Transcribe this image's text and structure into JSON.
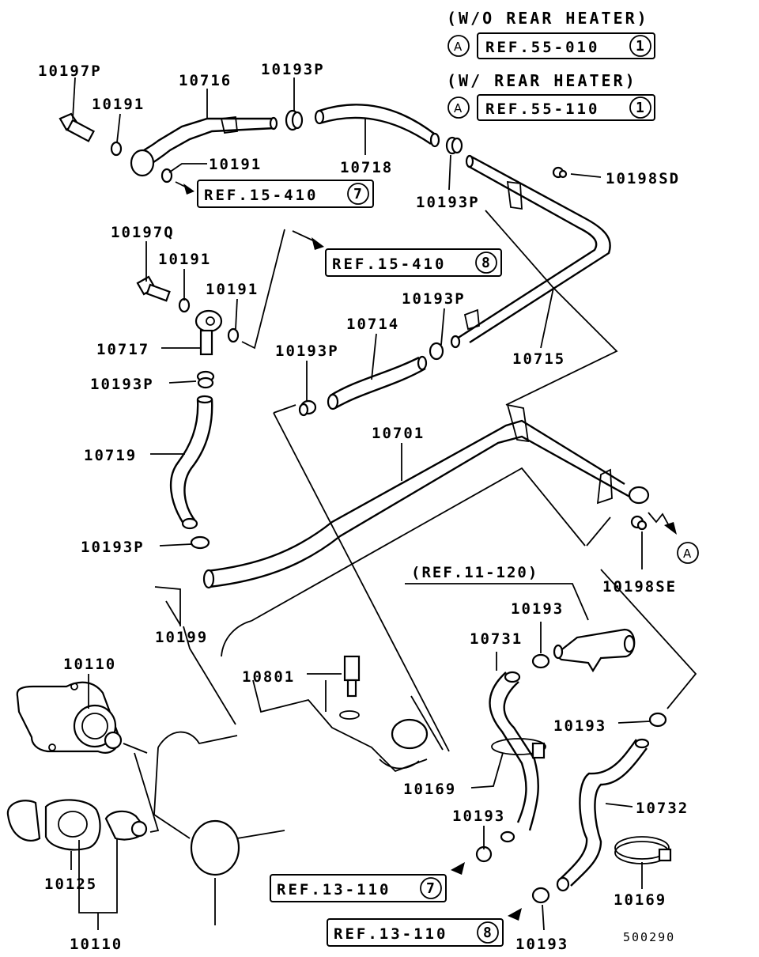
{
  "header": {
    "without_rear_heater": "(W/O REAR HEATER)",
    "with_rear_heater": "(W/ REAR HEATER)",
    "ref_a1": "REF.55-010",
    "ref_a1_num": "1",
    "ref_a2": "REF.55-110",
    "ref_a2_num": "1",
    "marker_a": "A"
  },
  "refs": {
    "ref_15_410_7": "REF.15-410",
    "ref_15_410_7_num": "7",
    "ref_15_410_8": "REF.15-410",
    "ref_15_410_8_num": "8",
    "ref_11_120": "(REF.11-120)",
    "ref_13_110_7": "REF.13-110",
    "ref_13_110_7_num": "7",
    "ref_13_110_8": "REF.13-110",
    "ref_13_110_8_num": "8",
    "marker_a": "A"
  },
  "labels": {
    "p10197P": "10197P",
    "p10716": "10716",
    "p10193P_top": "10193P",
    "p10191_a": "10191",
    "p10191_b": "10191",
    "p10718": "10718",
    "p10193P_mid": "10193P",
    "p10198SD": "10198SD",
    "p10197Q": "10197Q",
    "p10191_c": "10191",
    "p10191_d": "10191",
    "p10193P_e": "10193P",
    "p10714": "10714",
    "p10717": "10717",
    "p10193P_f": "10193P",
    "p10715": "10715",
    "p10193P_g": "10193P",
    "p10701": "10701",
    "p10719": "10719",
    "p10193P_h": "10193P",
    "p10198SE": "10198SE",
    "p10193_a": "10193",
    "p10199": "10199",
    "p10731": "10731",
    "p10110_top": "10110",
    "p10801": "10801",
    "p10193_b": "10193",
    "p10169_a": "10169",
    "p10732": "10732",
    "p10193_c": "10193",
    "p10125": "10125",
    "p10169_b": "10169",
    "p10110_bot": "10110",
    "p10193_d": "10193",
    "diagram_code": "500290"
  }
}
